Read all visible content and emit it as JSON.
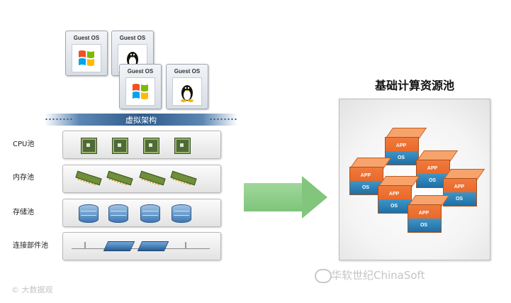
{
  "guest_os": [
    {
      "label": "Guest OS",
      "logo": "windows-logo"
    },
    {
      "label": "Guest OS",
      "logo": "linux-tux-logo"
    },
    {
      "label": "Guest OS",
      "logo": "windows-logo"
    },
    {
      "label": "Guest OS",
      "logo": "linux-tux-logo"
    }
  ],
  "virtualization_bar": {
    "label": "虚拟架构",
    "color": "#2e5a8a"
  },
  "pools": [
    {
      "label": "CPU池",
      "icon": "cpu-chip-icon",
      "count": 4
    },
    {
      "label": "内存池",
      "icon": "memory-stick-icon",
      "count": 4
    },
    {
      "label": "存储池",
      "icon": "disk-icon",
      "count": 4
    },
    {
      "label": "连接部件池",
      "icon": "network-switch-icon",
      "count": 2
    }
  ],
  "arrow": {
    "icon": "right-arrow-icon",
    "color": "#82c57d"
  },
  "compute_pool": {
    "title": "基础计算资源池",
    "cubes": [
      {
        "app": "APP",
        "os": "OS"
      },
      {
        "app": "APP",
        "os": "OS"
      },
      {
        "app": "APP",
        "os": "OS"
      },
      {
        "app": "APP",
        "os": "OS"
      },
      {
        "app": "APP",
        "os": "OS"
      },
      {
        "app": "APP",
        "os": "OS"
      }
    ],
    "colors": {
      "app": "#e9692a",
      "os": "#1d6fa6"
    }
  },
  "watermarks": {
    "right": "华软世纪ChinaSoft",
    "left": "© 大数据观"
  }
}
